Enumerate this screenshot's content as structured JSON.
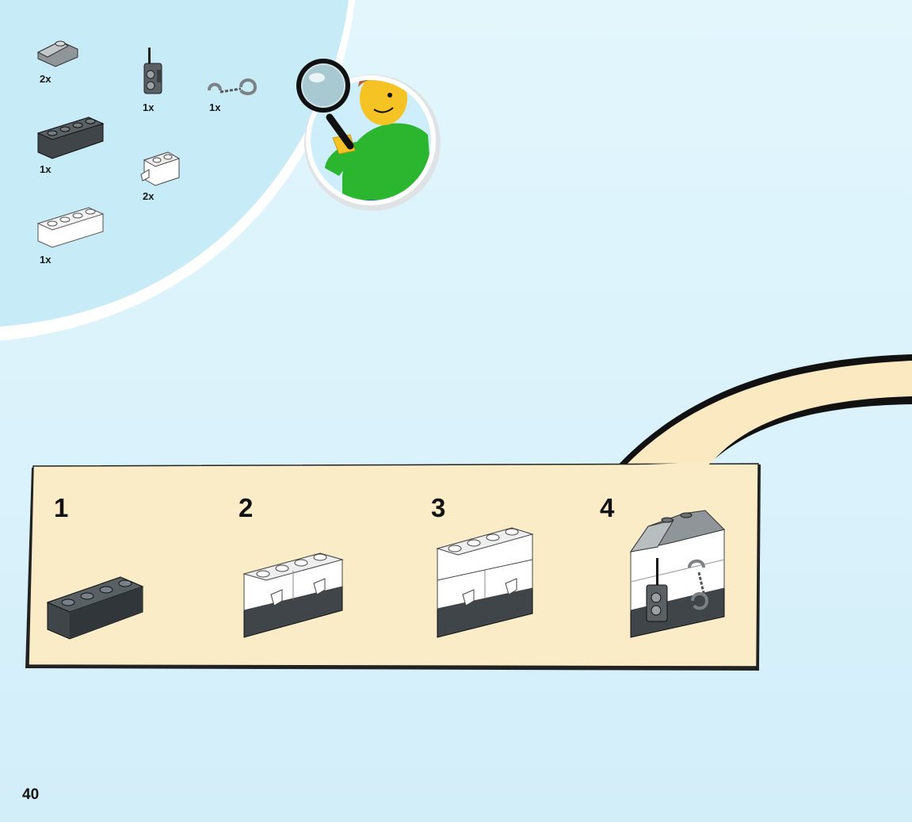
{
  "parts_list": [
    {
      "qty": "2x",
      "icon": "slope-brick-gray-icon"
    },
    {
      "qty": "1x",
      "icon": "walkie-talkie-icon"
    },
    {
      "qty": "1x",
      "icon": "handcuffs-icon"
    },
    {
      "qty": "1x",
      "icon": "brick-1x4-dark-gray-icon"
    },
    {
      "qty": "2x",
      "icon": "brick-1x2-clip-white-icon"
    },
    {
      "qty": "1x",
      "icon": "brick-1x4-white-icon"
    }
  ],
  "steps": [
    {
      "number": "1"
    },
    {
      "number": "2"
    },
    {
      "number": "3"
    },
    {
      "number": "4"
    }
  ],
  "page_number": "40",
  "colors": {
    "background": "#ddf3fb",
    "parts_bubble": "#c9ecf8",
    "step_panel": "#fbecc8",
    "dark_gray_brick": "#3f4548",
    "white_brick": "#ffffff"
  }
}
